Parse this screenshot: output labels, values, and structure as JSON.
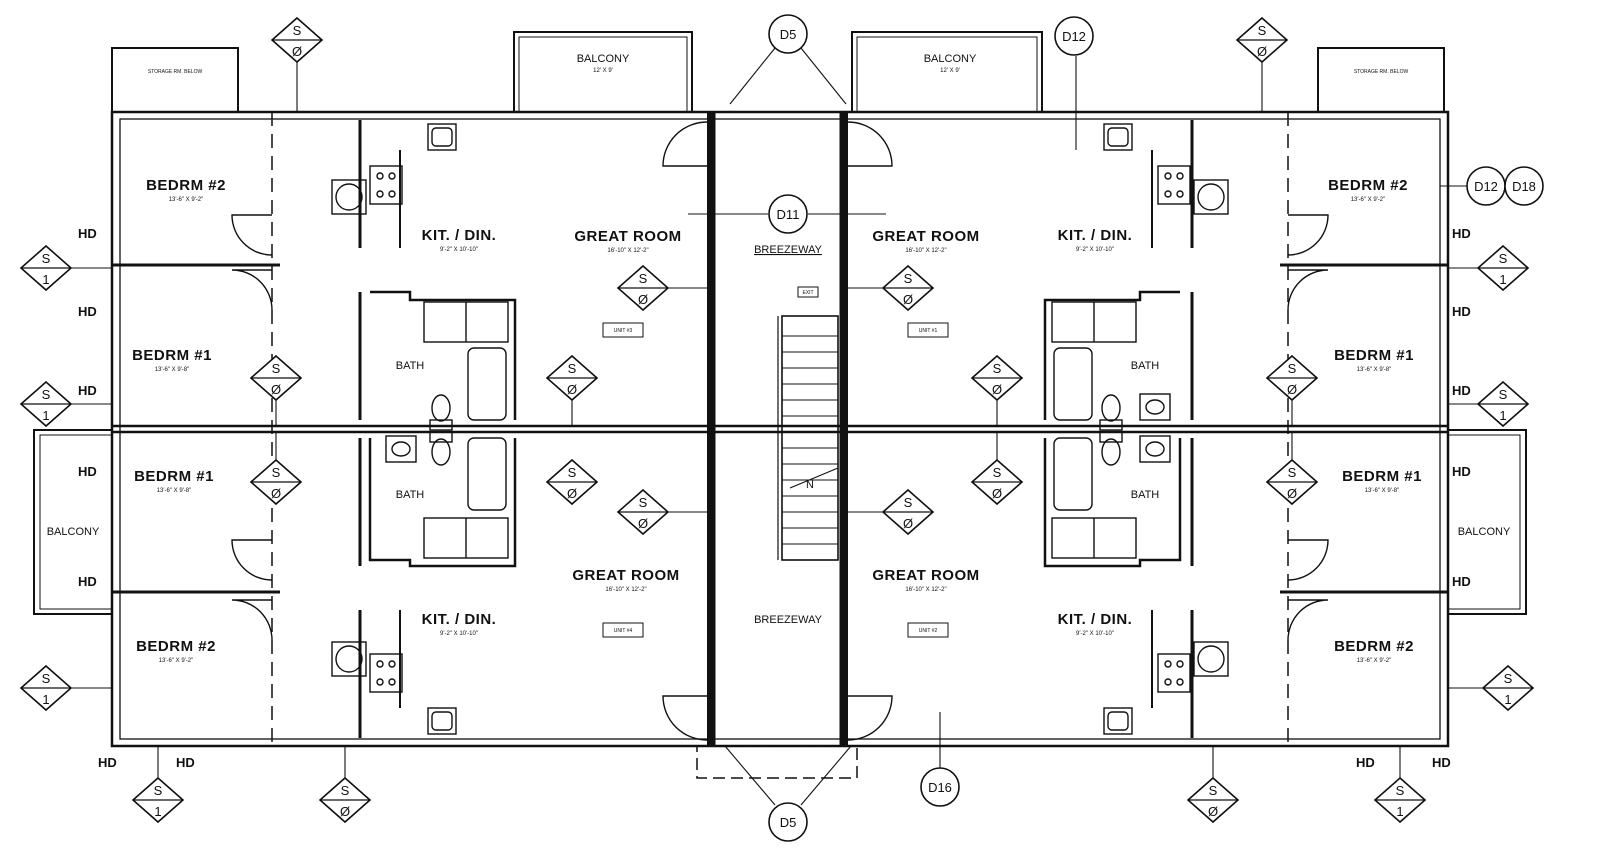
{
  "rooms": {
    "bedrm2": "BEDRM #2",
    "bedrm1": "BEDRM #1",
    "kit_din": "KIT. / DIN.",
    "great_room": "GREAT ROOM",
    "bath": "BATH",
    "breezeway": "BREEZEWAY",
    "balcony": "BALCONY"
  },
  "dims": {
    "bedrm2": "13'-6\" X 9'-2\"",
    "bedrm1": "13'-6\" X 9'-8\"",
    "kit_din": "9'-2\" X 10'-10\"",
    "great_room": "16'-10\" X 12'-2\"",
    "balcony": "12' X 9'"
  },
  "unit_labels": {
    "top_left": "UNIT #3",
    "top_right": "UNIT #1",
    "bottom_left": "UNIT #4",
    "bottom_right": "UNIT #2"
  },
  "storage_label": "STORAGE RM. BELOW",
  "exit_label": "EXIT",
  "stair_mark": "N",
  "detail_tags": {
    "d5": "D5",
    "d11": "D11",
    "d12": "D12",
    "d16": "D16",
    "d18": "D18"
  },
  "section_marker": {
    "letter": "S",
    "numbers": {
      "zero": "Ø",
      "one": "1"
    }
  },
  "hd_label": "HD"
}
